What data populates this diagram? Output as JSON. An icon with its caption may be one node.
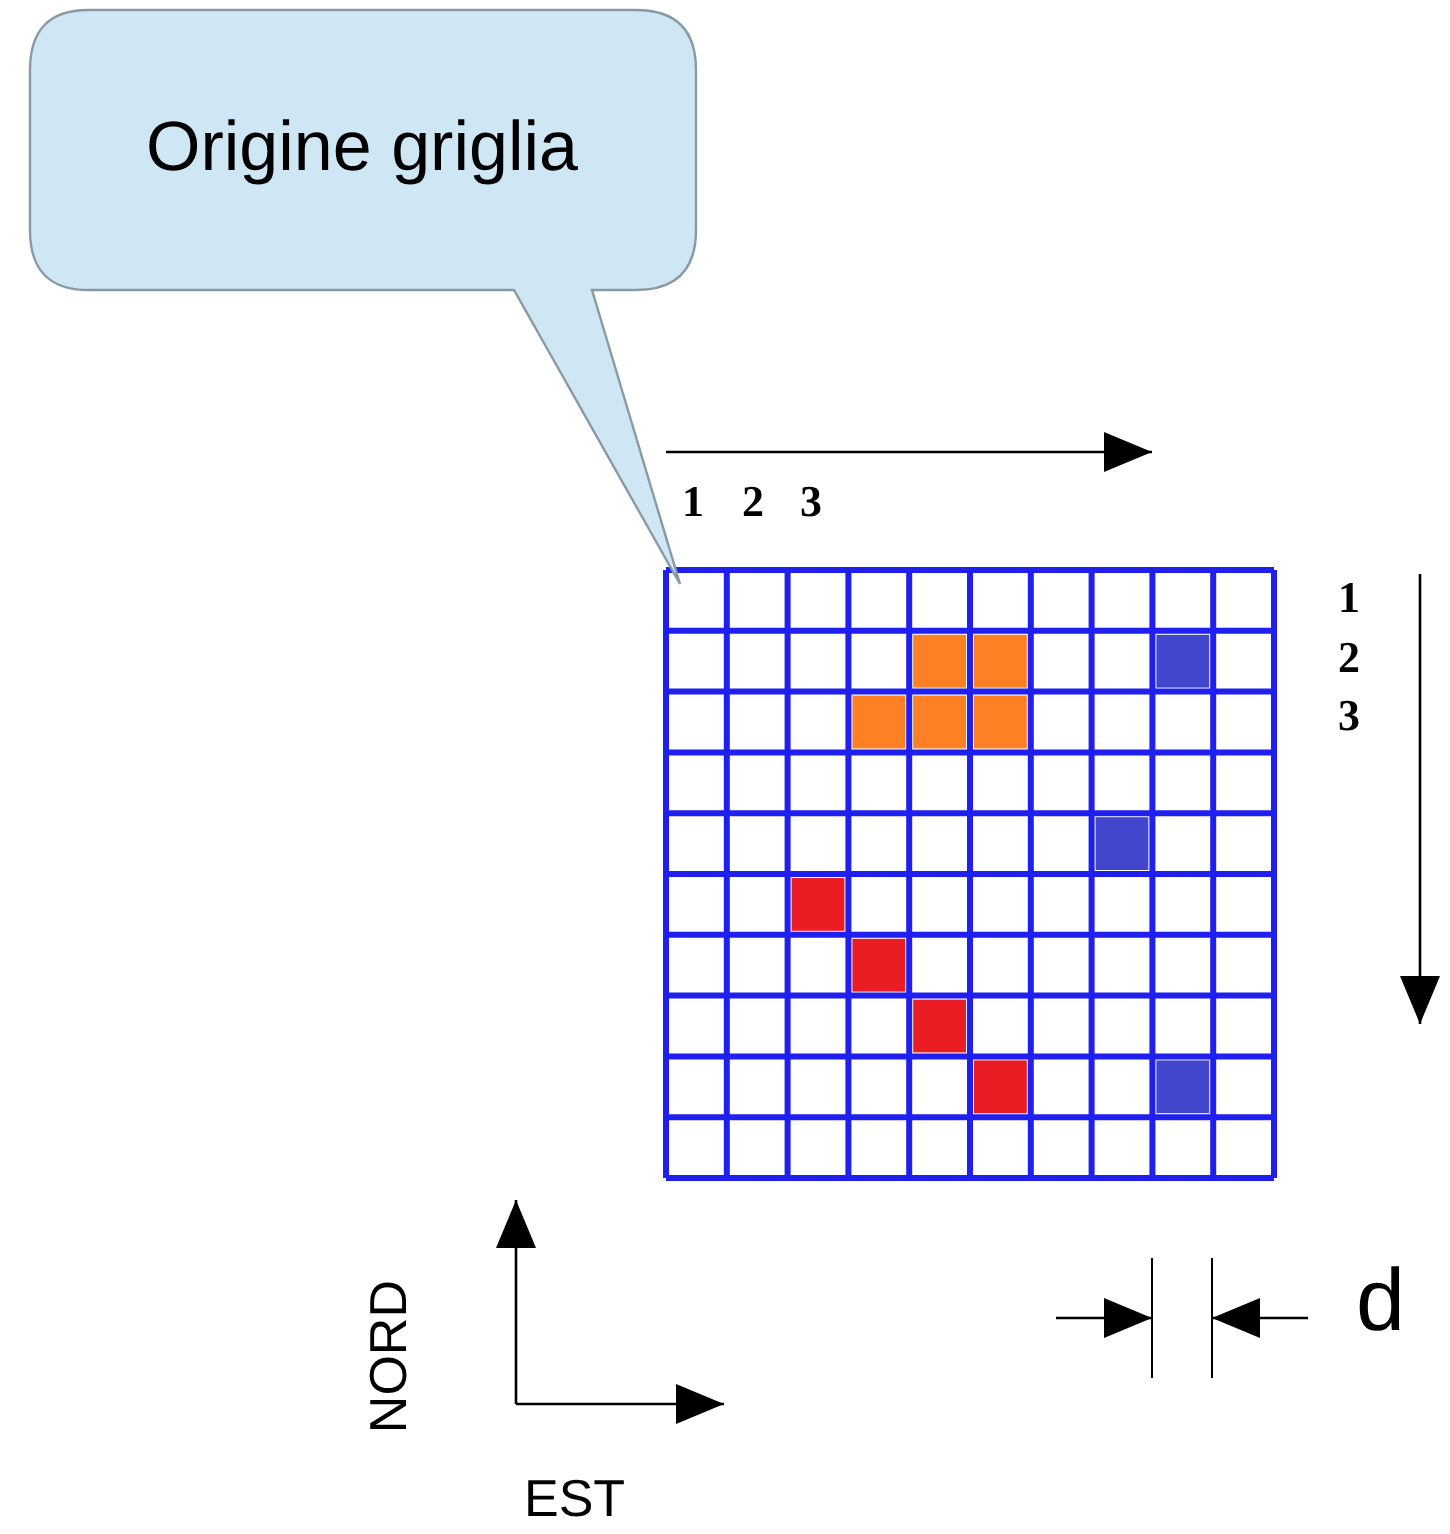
{
  "diagram": {
    "nodes": [
      {
        "text": [
          "Origine griglia"
        ]
      }
    ],
    "labels": [
      "1",
      "2",
      "3",
      "1",
      "2",
      "3",
      "NORD",
      "EST",
      "d"
    ]
  }
}
